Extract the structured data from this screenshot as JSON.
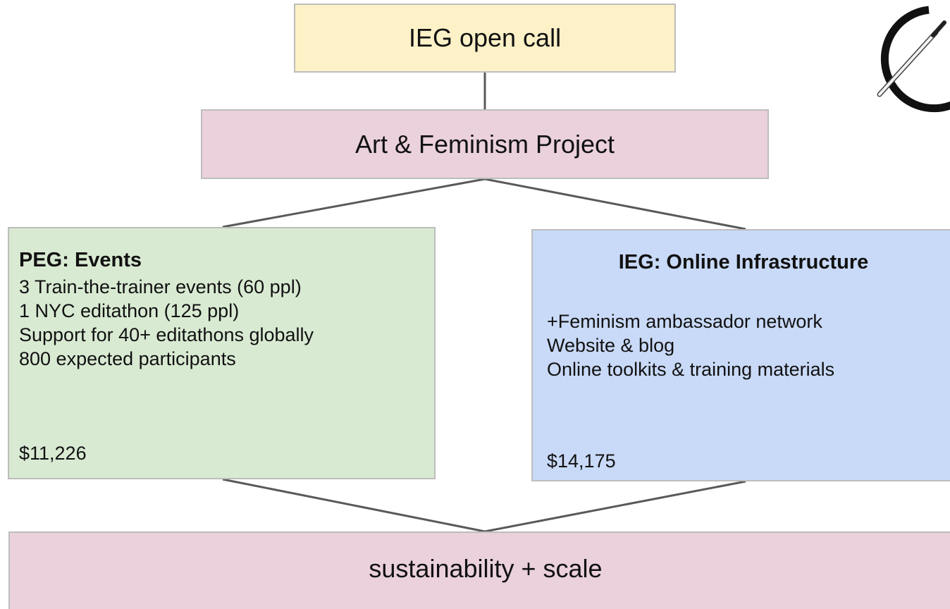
{
  "diagram": {
    "top": {
      "label": "IEG open call"
    },
    "project": {
      "label": "Art & Feminism Project"
    },
    "peg": {
      "title": "PEG: Events",
      "items": [
        "3 Train-the-trainer events (60 ppl)",
        "1 NYC editathon (125 ppl)",
        "Support for 40+ editathons globally",
        "800 expected participants"
      ],
      "budget": "$11,226"
    },
    "ieg": {
      "title": "IEG: Online Infrastructure",
      "items": [
        "+Feminism ambassador network",
        "Website & blog",
        "Online toolkits & training materials"
      ],
      "budget": "$14,175"
    },
    "outcome": {
      "label": "sustainability + scale"
    }
  },
  "colors": {
    "call_fill": "#fdf1c7",
    "pink_fill": "#ead1dc",
    "green_fill": "#d9ead3",
    "blue_fill": "#c9daf8",
    "border": "#bdbdbd",
    "connector": "#595959"
  },
  "icons": {
    "logo": "pen-in-circle-icon"
  }
}
